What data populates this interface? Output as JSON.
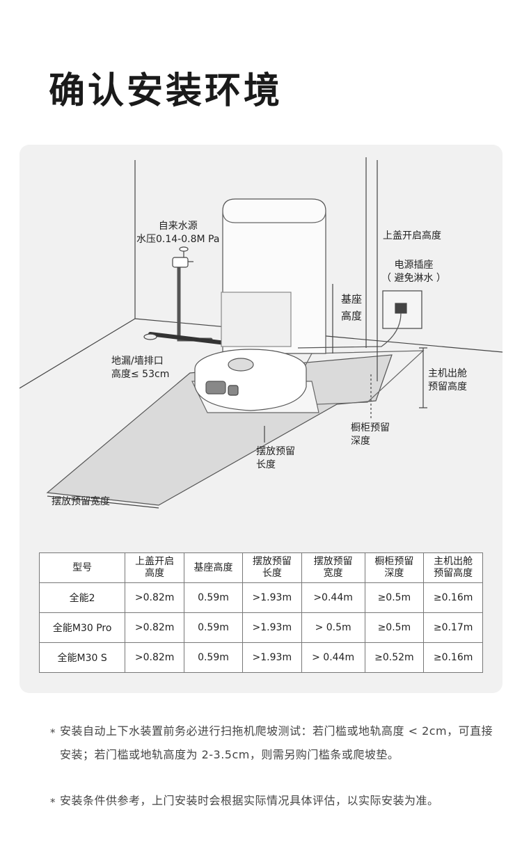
{
  "title": "确认安装环境",
  "diagram": {
    "water_source_1": "自来水源",
    "water_source_2": "水压0.14-0.8M Pa",
    "lid_height": "上盖开启高度",
    "socket_1": "电源插座",
    "socket_2": "（ 避免淋水 ）",
    "base_height_1": "基座",
    "base_height_2": "高度",
    "drain_1": "地漏/墙排口",
    "drain_2": "高度≤ 53cm",
    "exit_height_1": "主机出舱",
    "exit_height_2": "预留高度",
    "cabinet_depth_1": "橱柜预留",
    "cabinet_depth_2": "深度",
    "place_length_1": "摆放预留",
    "place_length_2": "长度",
    "place_width": "摆放预留宽度"
  },
  "table": {
    "headers": [
      {
        "l1": "型号",
        "l2": ""
      },
      {
        "l1": "上盖开启",
        "l2": "高度"
      },
      {
        "l1": "基座高度",
        "l2": ""
      },
      {
        "l1": "摆放预留",
        "l2": "长度"
      },
      {
        "l1": "摆放预留",
        "l2": "宽度"
      },
      {
        "l1": "橱柜预留",
        "l2": "深度"
      },
      {
        "l1": "主机出舱",
        "l2": "预留高度"
      }
    ],
    "rows": [
      [
        "全能2",
        ">0.82m",
        "0.59m",
        ">1.93m",
        ">0.44m",
        "≥0.5m",
        "≥0.16m"
      ],
      [
        "全能M30 Pro",
        ">0.82m",
        "0.59m",
        ">1.93m",
        "> 0.5m",
        "≥0.5m",
        "≥0.17m"
      ],
      [
        "全能M30 S",
        ">0.82m",
        "0.59m",
        ">1.93m",
        "> 0.44m",
        "≥0.52m",
        "≥0.16m"
      ]
    ]
  },
  "notes": [
    "安装自动上下水装置前务必进行扫拖机爬坡测试：若门槛或地轨高度 < 2cm，可直接安装；若门槛或地轨高度为 2-3.5cm，则需另购门槛条或爬坡垫。",
    "安装条件供参考，上门安装时会根据实际情况具体评估，以实际安装为准。"
  ],
  "note_marker": "*"
}
